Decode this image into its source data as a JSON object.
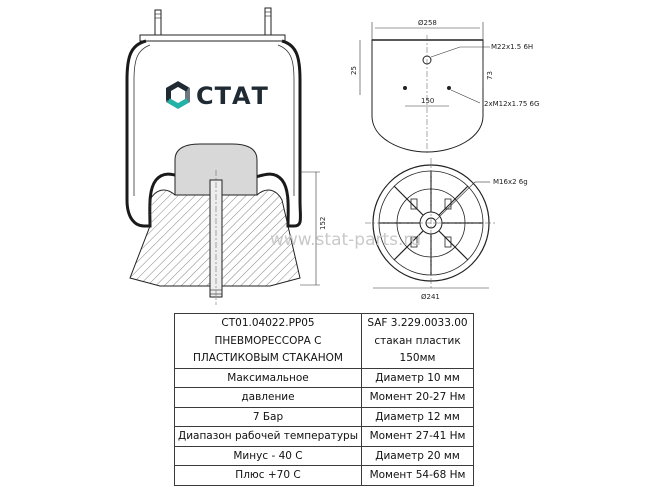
{
  "logo": {
    "text": "СТАТ"
  },
  "watermark": "www.stat-parts.ru",
  "dimensions": {
    "top_diameter": "Ø258",
    "top_height": "25",
    "center_thread": "M22x1.5 6H",
    "offset": "73",
    "bolt_spacing": "150",
    "stud_thread": "2xM12x1.75 6G",
    "bottom_thread": "M16x2 6g",
    "height": "152",
    "bottom_diameter": "Ø241"
  },
  "table": {
    "header_left": [
      "CT01.04022.PP05",
      "ПНЕВМОРЕССОРА С",
      "ПЛАСТИКОВЫМ СТАКАНОМ"
    ],
    "header_right": [
      "SAF 3.229.0033.00",
      "стакан пластик",
      "150мм"
    ],
    "rows": [
      {
        "left": "Максимальное",
        "right": "Диаметр 10 мм"
      },
      {
        "left": "давление",
        "right": "Момент 20-27 Нм"
      },
      {
        "left": "7 Бар",
        "right": "Диаметр 12 мм"
      },
      {
        "left": "Диапазон рабочей температуры",
        "right": "Момент 27-41 Нм"
      },
      {
        "left": "Минус - 40 С",
        "right": "Диаметр 20 мм"
      },
      {
        "left": "Плюс +70 С",
        "right": "Момент 54-68 Нм"
      }
    ]
  },
  "colors": {
    "logo_dark": "#1f2a33",
    "logo_grey": "#6d7881",
    "logo_teal": "#21b3a8"
  }
}
